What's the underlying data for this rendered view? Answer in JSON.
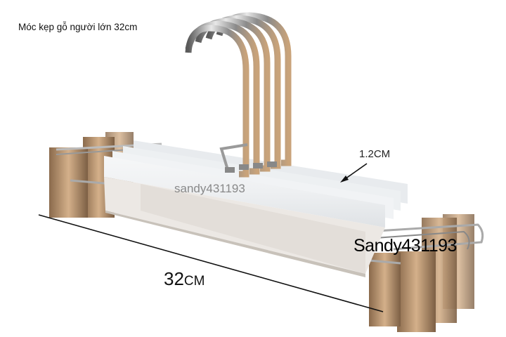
{
  "product": {
    "title": "Móc kẹp gỗ người lớn 32cm",
    "subject": "stack of white wooden trouser hangers with chrome hooks and metal clips"
  },
  "annotations": {
    "thickness_label": "1.2CM",
    "length_value": "32",
    "length_unit": "CM"
  },
  "watermarks": {
    "center": "sandy431193",
    "right": "Sandy431193"
  },
  "colors": {
    "wood": "#f2f4f6",
    "wood_shade": "#c8c2ba",
    "chrome": "#9a9a9a",
    "clip_gold": "#b89570",
    "text": "#111111"
  }
}
